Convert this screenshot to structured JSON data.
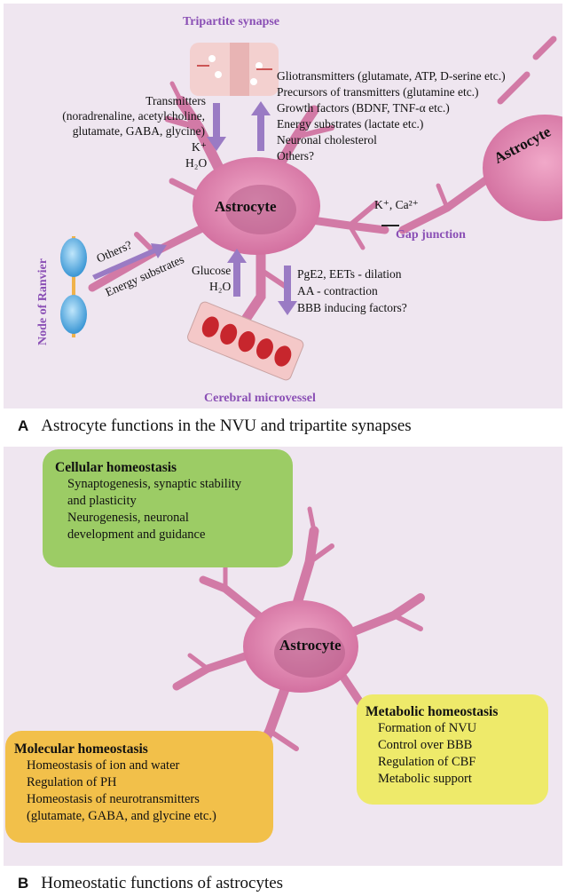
{
  "panel_a": {
    "tripartite_label": "Tripartite synapse",
    "transmitters_lines": [
      "Transmitters",
      "(noradrenaline, acetylcholine,",
      "glutamate, GABA, glycine)",
      "K⁺",
      "H₂O"
    ],
    "release_lines": [
      "Gliotransmitters (glutamate, ATP, D-serine etc.)",
      "Precursors of transmitters (glutamine etc.)",
      "Growth factors (BDNF, TNF-α etc.)",
      "Energy substrates (lactate etc.)",
      "Neuronal cholesterol",
      "Others?"
    ],
    "astrocyte_label": "Astrocyte",
    "astrocyte_label_right": "Astrocyte",
    "ions_label": "K⁺, Ca²⁺",
    "gap_junction_label": "Gap junction",
    "node_label": "Node of Ranvier",
    "others_label": "Others?",
    "energy_label": "Energy substrates",
    "glucose_label": "Glucose",
    "water_label": "H₂O",
    "vascular_lines": [
      "PgE2, EETs - dilation",
      "AA - contraction",
      "BBB inducing factors?"
    ],
    "microvessel_label": "Cerebral microvessel",
    "caption_letter": "A",
    "caption_text": "Astrocyte functions in the NVU and tripartite synapses"
  },
  "panel_b": {
    "astrocyte_label": "Astrocyte",
    "cellular": {
      "title": "Cellular homeostasis",
      "lines": [
        "Synaptogenesis, synaptic stability",
        "and plasticity",
        "Neurogenesis, neuronal",
        "development and guidance"
      ],
      "color": "#9ccc65"
    },
    "metabolic": {
      "title": "Metabolic homeostasis",
      "lines": [
        "Formation of NVU",
        "Control over BBB",
        "Regulation of CBF",
        "Metabolic support"
      ],
      "color": "#eeea6a"
    },
    "molecular": {
      "title": "Molecular homeostasis",
      "lines": [
        "Homeostasis of ion and water",
        "Regulation of PH",
        "Homeostasis of neurotransmitters",
        "(glutamate, GABA, and glycine etc.)"
      ],
      "color": "#f2c04a"
    },
    "caption_letter": "B",
    "caption_text": "Homeostatic functions of astrocytes"
  },
  "colors": {
    "panel_bg": "#efe6f0",
    "astrocyte": "#d97aa8",
    "arrow": "#9a7bc4",
    "label_purple": "#8a4fb5"
  }
}
